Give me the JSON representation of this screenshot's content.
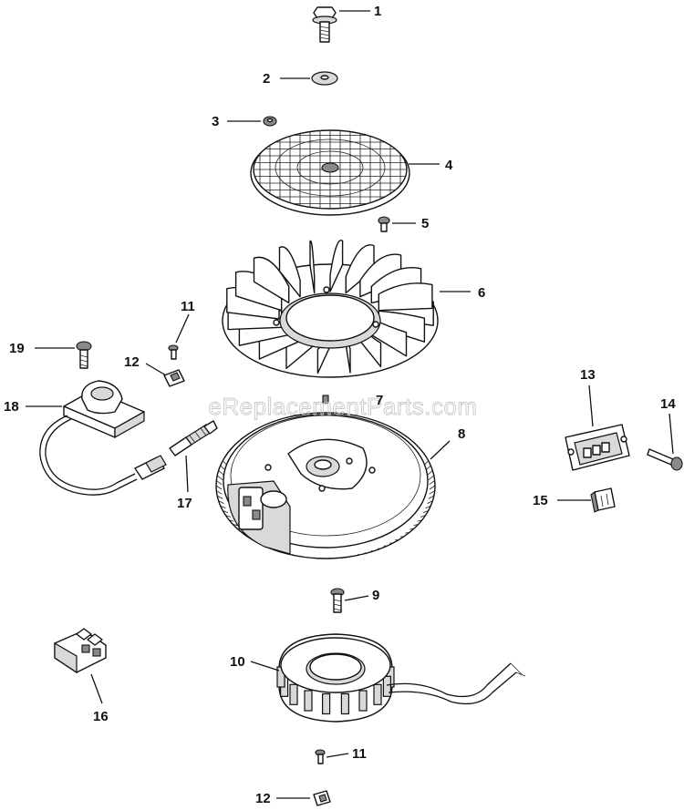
{
  "watermark": "eReplacementParts.com",
  "callouts": [
    {
      "id": "label-1",
      "text": "1"
    },
    {
      "id": "label-2",
      "text": "2"
    },
    {
      "id": "label-3",
      "text": "3"
    },
    {
      "id": "label-4",
      "text": "4"
    },
    {
      "id": "label-5",
      "text": "5"
    },
    {
      "id": "label-6",
      "text": "6"
    },
    {
      "id": "label-7",
      "text": "7"
    },
    {
      "id": "label-8",
      "text": "8"
    },
    {
      "id": "label-9",
      "text": "9"
    },
    {
      "id": "label-10",
      "text": "10"
    },
    {
      "id": "label-11a",
      "text": "11"
    },
    {
      "id": "label-11b",
      "text": "11"
    },
    {
      "id": "label-12a",
      "text": "12"
    },
    {
      "id": "label-12b",
      "text": "12"
    },
    {
      "id": "label-13",
      "text": "13"
    },
    {
      "id": "label-14",
      "text": "14"
    },
    {
      "id": "label-15",
      "text": "15"
    },
    {
      "id": "label-16",
      "text": "16"
    },
    {
      "id": "label-17",
      "text": "17"
    },
    {
      "id": "label-18",
      "text": "18"
    },
    {
      "id": "label-19",
      "text": "19"
    }
  ]
}
